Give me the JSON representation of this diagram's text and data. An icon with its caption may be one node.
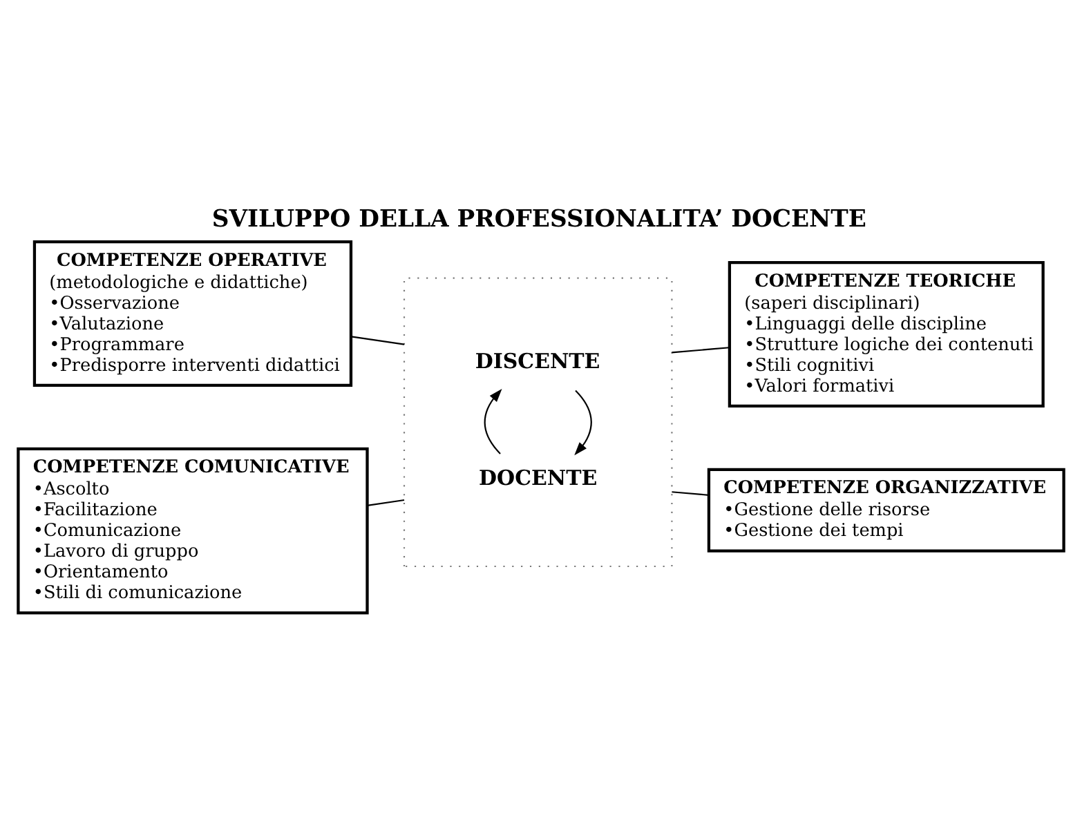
{
  "diagram": {
    "title": "SVILUPPO DELLA PROFESSIONALITA’ DOCENTE",
    "nodes": [
      {
        "text": [
          "COMPETENZE OPERATIVE",
          "(metodologiche e didattiche)",
          "•Osservazione",
          "•Valutazione",
          "•Programmare",
          "•Predisporre interventi didattici"
        ]
      },
      {
        "text": [
          "COMPETENZE TEORICHE",
          "(saperi disciplinari)",
          "•Linguaggi delle discipline",
          "•Strutture logiche dei contenuti",
          "•Stili cognitivi",
          "•Valori formativi"
        ]
      },
      {
        "text": [],
        "shape": "box"
      },
      {
        "text": [
          "DISCENTE"
        ],
        "in": 2
      },
      {
        "text": [
          "DOCENTE"
        ],
        "in": 2
      },
      {
        "text": [
          "COMPETENZE COMUNICATIVE",
          "•Ascolto",
          "•Facilitazione",
          "•Comunicazione",
          "•Lavoro di gruppo",
          "•Orientamento",
          "•Stili di comunicazione"
        ]
      },
      {
        "text": [
          "COMPETENZE ORGANIZZATIVE",
          "•Gestione delle risorse",
          "•Gestione dei tempi"
        ]
      }
    ],
    "edges": [
      {
        "from": 0,
        "to": 2,
        "arrow": "none"
      },
      {
        "from": 1,
        "to": 2,
        "arrow": "none"
      },
      {
        "from": 3,
        "to": 4,
        "arrow": "to"
      },
      {
        "from": 4,
        "to": 3,
        "arrow": "to"
      },
      {
        "from": 5,
        "to": 2,
        "arrow": "none"
      },
      {
        "from": 6,
        "to": 2,
        "arrow": "none"
      }
    ]
  }
}
